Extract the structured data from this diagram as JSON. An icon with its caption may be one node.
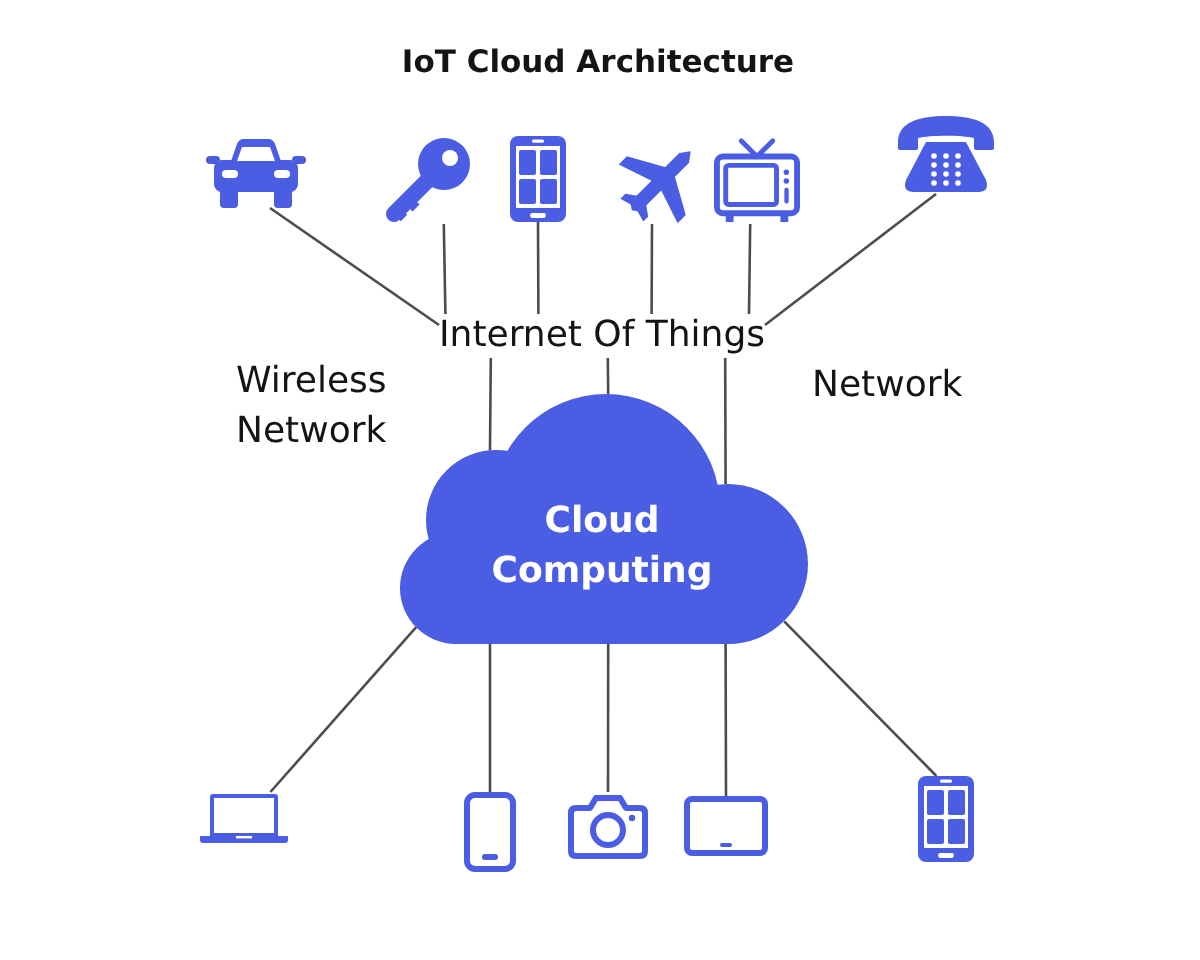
{
  "diagram": {
    "title": "IoT Cloud Architecture",
    "nodes": [
      {
        "text": [],
        "shape": "picture"
      },
      {
        "text": [],
        "shape": "picture"
      },
      {
        "text": [],
        "shape": "picture"
      },
      {
        "text": [],
        "shape": "picture"
      },
      {
        "text": [],
        "shape": "picture"
      },
      {
        "text": [],
        "shape": "picture"
      },
      {
        "text": [
          "Internet Of Things"
        ]
      },
      {
        "text": [
          "Cloud Computing"
        ]
      },
      {
        "text": [],
        "shape": "picture"
      },
      {
        "text": [],
        "shape": "picture"
      },
      {
        "text": [],
        "shape": "picture"
      },
      {
        "text": [],
        "shape": "picture"
      },
      {
        "text": [],
        "shape": "picture"
      }
    ],
    "edges": [
      {
        "from": 0,
        "to": 6,
        "arrow": "none"
      },
      {
        "from": 1,
        "to": 6,
        "arrow": "none"
      },
      {
        "from": 2,
        "to": 6,
        "arrow": "none"
      },
      {
        "from": 3,
        "to": 6,
        "arrow": "none"
      },
      {
        "from": 4,
        "to": 6,
        "arrow": "none"
      },
      {
        "from": 5,
        "to": 6,
        "arrow": "none"
      },
      {
        "from": 6,
        "to": 7,
        "arrow": "none"
      },
      {
        "from": 6,
        "to": 7,
        "arrow": "none"
      },
      {
        "from": 6,
        "to": 7,
        "arrow": "none"
      },
      {
        "from": 7,
        "to": 8,
        "arrow": "none"
      },
      {
        "from": 7,
        "to": 9,
        "arrow": "none"
      },
      {
        "from": 7,
        "to": 10,
        "arrow": "none"
      },
      {
        "from": 7,
        "to": 11,
        "arrow": "none"
      },
      {
        "from": 7,
        "to": 12,
        "arrow": "none"
      }
    ],
    "labels": [
      "Wireless Network",
      "Network"
    ]
  }
}
